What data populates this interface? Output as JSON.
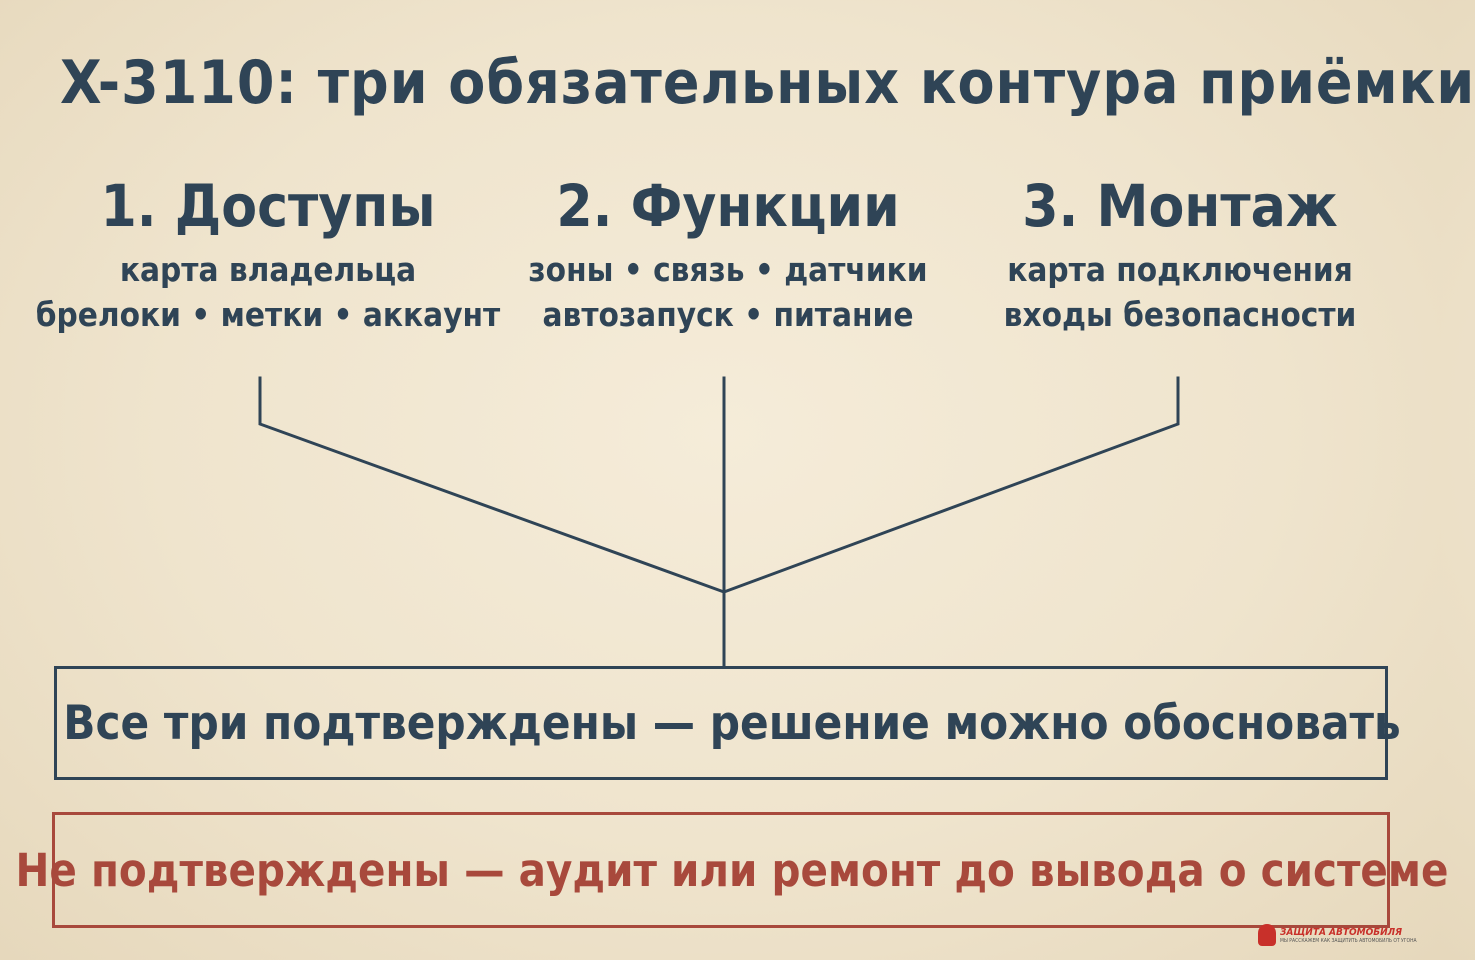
{
  "title": "X-3110: три обязательных контура приёмки",
  "branches": [
    {
      "heading": "1. Доступы",
      "lines": [
        "карта владельца",
        "брелоки • метки • аккаунт"
      ]
    },
    {
      "heading": "2. Функции",
      "lines": [
        "зоны • связь • датчики",
        "автозапуск • питание"
      ]
    },
    {
      "heading": "3. Монтаж",
      "lines": [
        "карта подключения",
        "входы безопасности"
      ]
    }
  ],
  "confirmed_text": "Все три подтверждены — решение можно обосновать",
  "not_confirmed_text": "Не подтверждены — аудит или ремонт до вывода о системе",
  "logo": {
    "brand": "ЗАЩИТА АВТОМОБИЛЯ",
    "tagline": "МЫ РАССКАЖЕМ КАК ЗАЩИТИТЬ АВТОМОБИЛЬ ОТ УГОНА"
  },
  "colors": {
    "ink": "#2f4456",
    "warning": "#a8493c",
    "background": "#f1e7d2"
  }
}
